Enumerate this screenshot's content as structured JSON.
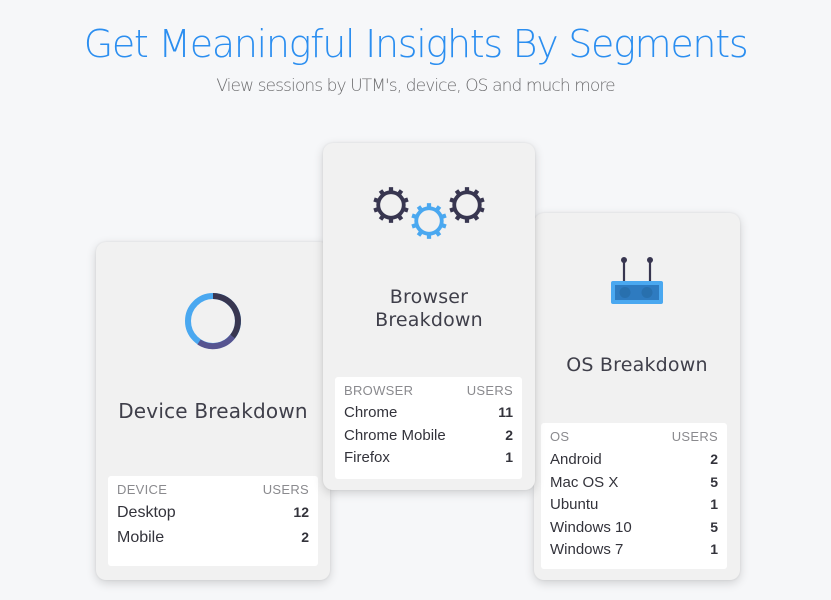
{
  "header": {
    "title": "Get Meaningful Insights By Segments",
    "subtitle": "View sessions by UTM's, device, OS and much more"
  },
  "colors": {
    "accent": "#2b8ef0",
    "icon_blue": "#4aa8f0",
    "icon_dark": "#383650",
    "icon_purple": "#565490",
    "card_bg": "#f1f1f1",
    "table_bg": "#ffffff"
  },
  "cards": {
    "device": {
      "icon": "donut-chart-icon",
      "title": "Device Breakdown",
      "col_label": "DEVICE",
      "col_value": "USERS",
      "rows": [
        {
          "name": "Desktop",
          "value": "12"
        },
        {
          "name": "Mobile",
          "value": "2"
        }
      ]
    },
    "browser": {
      "icon": "gears-icon",
      "title_line1": "Browser",
      "title_line2": "Breakdown",
      "col_label": "BROWSER",
      "col_value": "USERS",
      "rows": [
        {
          "name": "Chrome",
          "value": "11"
        },
        {
          "name": "Chrome Mobile",
          "value": "2"
        },
        {
          "name": "Firefox",
          "value": "1"
        }
      ]
    },
    "os": {
      "icon": "router-icon",
      "title": "OS Breakdown",
      "col_label": "OS",
      "col_value": "USERS",
      "rows": [
        {
          "name": "Android",
          "value": "2"
        },
        {
          "name": "Mac OS X",
          "value": "5"
        },
        {
          "name": "Ubuntu",
          "value": "1"
        },
        {
          "name": "Windows 10",
          "value": "5"
        },
        {
          "name": "Windows 7",
          "value": "1"
        }
      ]
    }
  }
}
